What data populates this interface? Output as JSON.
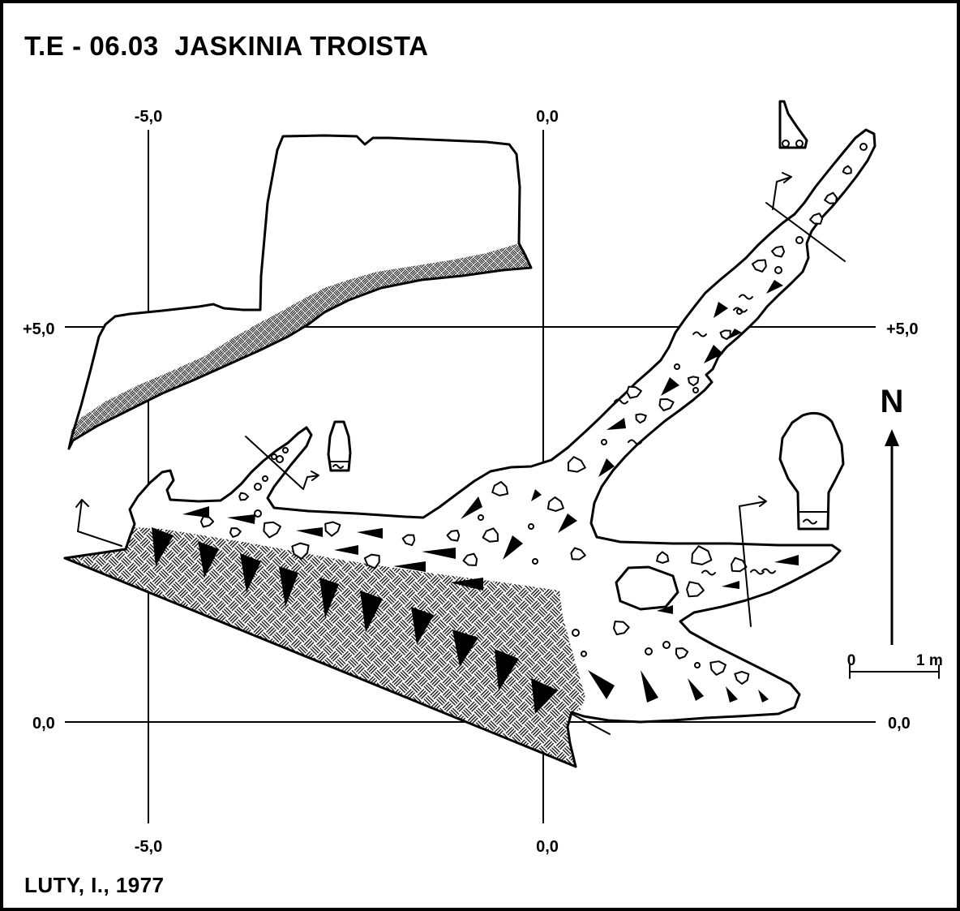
{
  "title": "T.E - 06.03  JASKINIA TROISTA",
  "credit": "LUTY, I., 1977",
  "grid_labels": {
    "top": {
      "x_minus5": "-5,0",
      "x_zero": "0,0"
    },
    "bottom": {
      "x_minus5": "-5,0",
      "x_zero": "0,0"
    },
    "left": {
      "y_plus5": "+5,0",
      "y_zero": "0,0"
    },
    "right": {
      "y_plus5": "+5,0",
      "y_zero": "0,0"
    }
  },
  "north_arrow": {
    "label": "N"
  },
  "scale_bar": {
    "start_label": "0",
    "end_label": "1 m"
  },
  "colors": {
    "ink": "#000000",
    "paper": "#ffffff"
  }
}
